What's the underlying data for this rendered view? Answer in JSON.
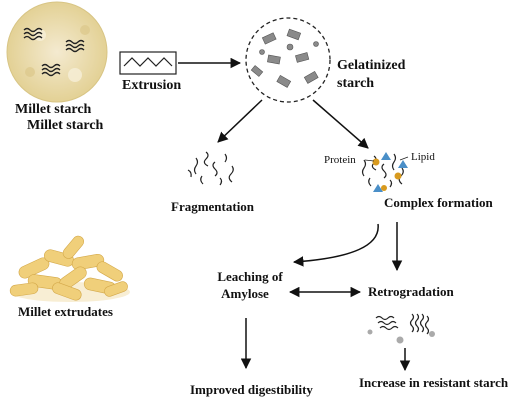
{
  "labels": {
    "millet_starch_1": "Millet starch",
    "millet_starch_2": "Millet starch",
    "extrusion": "Extrusion",
    "gelatinized": "Gelatinized",
    "starch": "starch",
    "fragmentation": "Fragmentation",
    "protein": "Protein",
    "lipid": "Lipid",
    "complex_formation": "Complex formation",
    "leaching_of": "Leaching of",
    "amylose": "Amylose",
    "retrogradation": "Retrogradation",
    "millet_extrudates": "Millet extrudates",
    "improved_digestibility": "Improved digestibility",
    "increase_resistant_starch": "Increase in resistant starch"
  },
  "colors": {
    "starch_powder": "#e9dca3",
    "extrudate": "#f0cf7a",
    "protein_dot": "#d89a1e",
    "lipid_triangle": "#4a8fc8",
    "granule": "#888888"
  }
}
